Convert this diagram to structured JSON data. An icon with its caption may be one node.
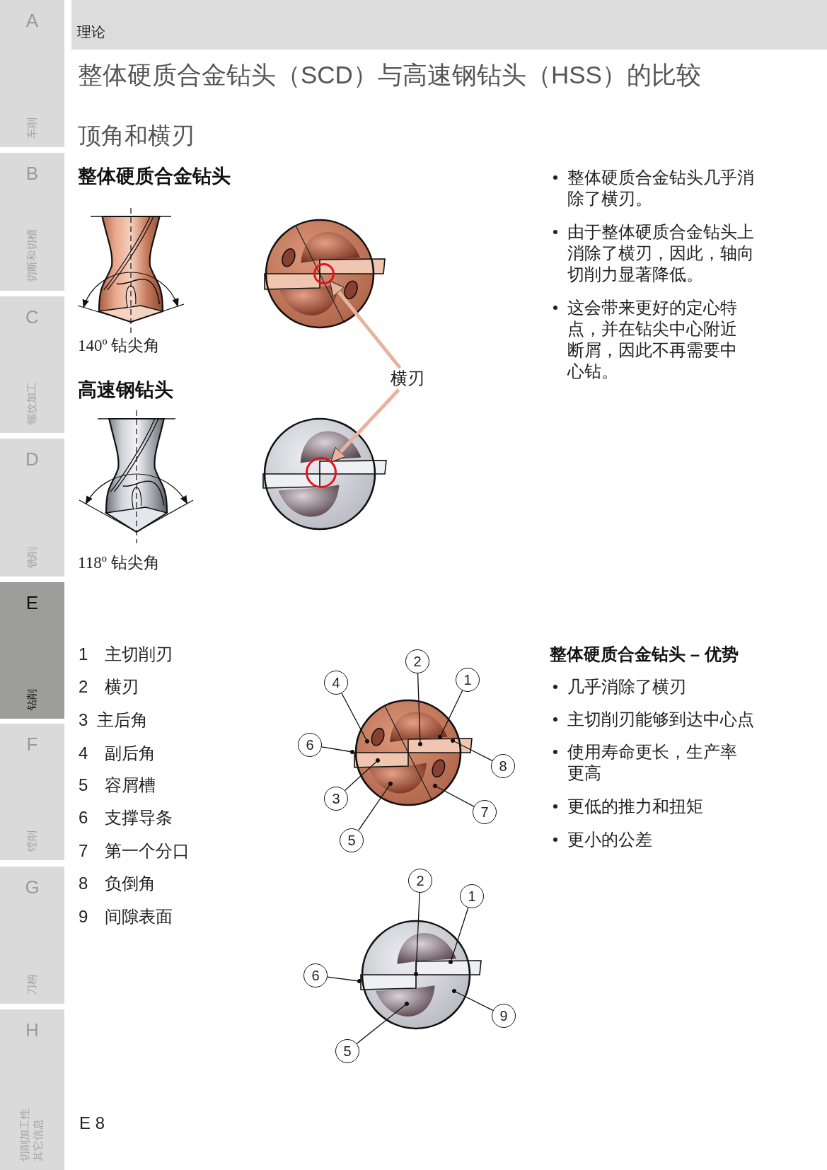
{
  "diagram": {
    "title": "整体硬质合金钻头（SCD）与高速钢钻头（HSS）的比较",
    "nodes": [
      {
        "text": [
          "理论"
        ]
      },
      {
        "text": [
          "横刃"
        ]
      },
      {
        "text": [],
        "shape": "circle"
      },
      {
        "text": [],
        "shape": "circle"
      },
      {
        "text": [
          "2"
        ]
      },
      {
        "text": [
          "1"
        ]
      },
      {
        "text": [
          "4"
        ]
      },
      {
        "text": [
          "6"
        ]
      },
      {
        "text": [
          "8"
        ]
      },
      {
        "text": [
          "3"
        ]
      },
      {
        "text": [
          "7"
        ]
      },
      {
        "text": [
          "5"
        ]
      },
      {
        "text": [
          "2"
        ]
      },
      {
        "text": [
          "1"
        ]
      },
      {
        "text": [
          "6"
        ]
      },
      {
        "text": [
          "9"
        ]
      },
      {
        "text": [
          "5"
        ]
      },
      {
        "text": [
          "A",
          "车削"
        ]
      },
      {
        "text": [
          "B",
          "切断和切槽"
        ]
      },
      {
        "text": [
          "C",
          "螺纹加工"
        ]
      },
      {
        "text": [
          "D",
          "铣削"
        ]
      },
      {
        "text": [
          "E",
          "钻削"
        ]
      },
      {
        "text": [
          "F",
          "镗削"
        ]
      },
      {
        "text": [
          "G",
          "刀柄"
        ]
      },
      {
        "text": [
          "H",
          "切削加工性其它信息"
        ]
      },
      {
        "text": [],
        "shape": "picture"
      },
      {
        "text": [],
        "shape": "picture"
      }
    ],
    "edges": [
      {
        "from": 1,
        "to": 2,
        "arrow": "to",
        "style": "thick",
        "color": "#e8b39c"
      },
      {
        "from": 1,
        "to": 3,
        "arrow": "to",
        "style": "thick",
        "color": "#e8b39c"
      },
      {
        "from": 4,
        "to": 25,
        "arrow": "other"
      },
      {
        "from": 5,
        "to": 25,
        "arrow": "other"
      },
      {
        "from": 6,
        "to": 25,
        "arrow": "other"
      },
      {
        "from": 7,
        "to": 25,
        "arrow": "other"
      },
      {
        "from": 8,
        "to": 25,
        "arrow": "other"
      },
      {
        "from": 9,
        "to": 25,
        "arrow": "other"
      },
      {
        "from": 10,
        "to": 25,
        "arrow": "other"
      },
      {
        "from": 11,
        "to": 25,
        "arrow": "other"
      },
      {
        "from": 12,
        "to": 26,
        "arrow": "other"
      },
      {
        "from": 13,
        "to": 26,
        "arrow": "other"
      },
      {
        "from": 14,
        "to": 26,
        "arrow": "other"
      },
      {
        "from": 15,
        "to": 26,
        "arrow": "other"
      },
      {
        "from": 16,
        "to": 26,
        "arrow": "other"
      }
    ],
    "labels": [
      "顶角和横刃",
      "整体硬质合金钻头",
      "140º 钻尖角",
      "整体硬质合金钻头几乎消除了横刃。",
      "由于整体硬质合金钻头上消除了横刃，因此，轴向切削力显著降低。",
      "这会带来更好的定心特点，并在钻尖中心附近断屑，因此不再需要中心钻。",
      "高速钢钻头",
      "118º 钻尖角",
      "1",
      "主切削刃",
      "2",
      "横刃",
      "3",
      "主后角",
      "4",
      "副后角",
      "5",
      "容屑槽",
      "6",
      "支撑导条",
      "7",
      "第一个分口",
      "8",
      "负倒角",
      "9",
      "间隙表面",
      "整体硬质合金钻头 – 优势",
      "几乎消除了横刃",
      "主切削刃能够到达中心点",
      "使用寿命更长，生产率更高",
      "更低的推力和扭矩",
      "更小的公差",
      "E 8"
    ]
  }
}
